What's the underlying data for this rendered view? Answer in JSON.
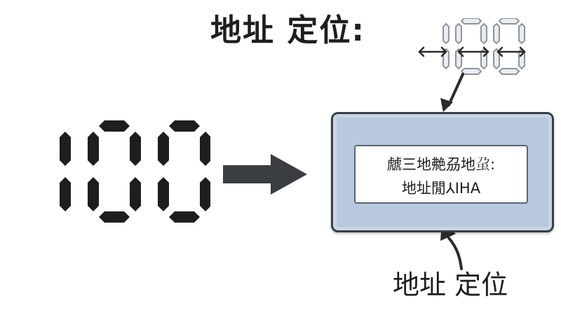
{
  "title": "地址 定位:",
  "big_number": "100",
  "small_number": "100",
  "screen": {
    "line1": "虤三地艴刕地𧈦:",
    "line2": "地址閒⅄IHA"
  },
  "caption": "地址 定位",
  "colors": {
    "digit": "#1e1e1e",
    "device_fill": "#b8c8de",
    "device_border": "#3a3f47",
    "screen_border": "#5a6270",
    "arrow": "#3a3d42"
  },
  "icons": [
    "double-arrow-icon",
    "arrow-right-icon",
    "curved-arrow-icon"
  ]
}
